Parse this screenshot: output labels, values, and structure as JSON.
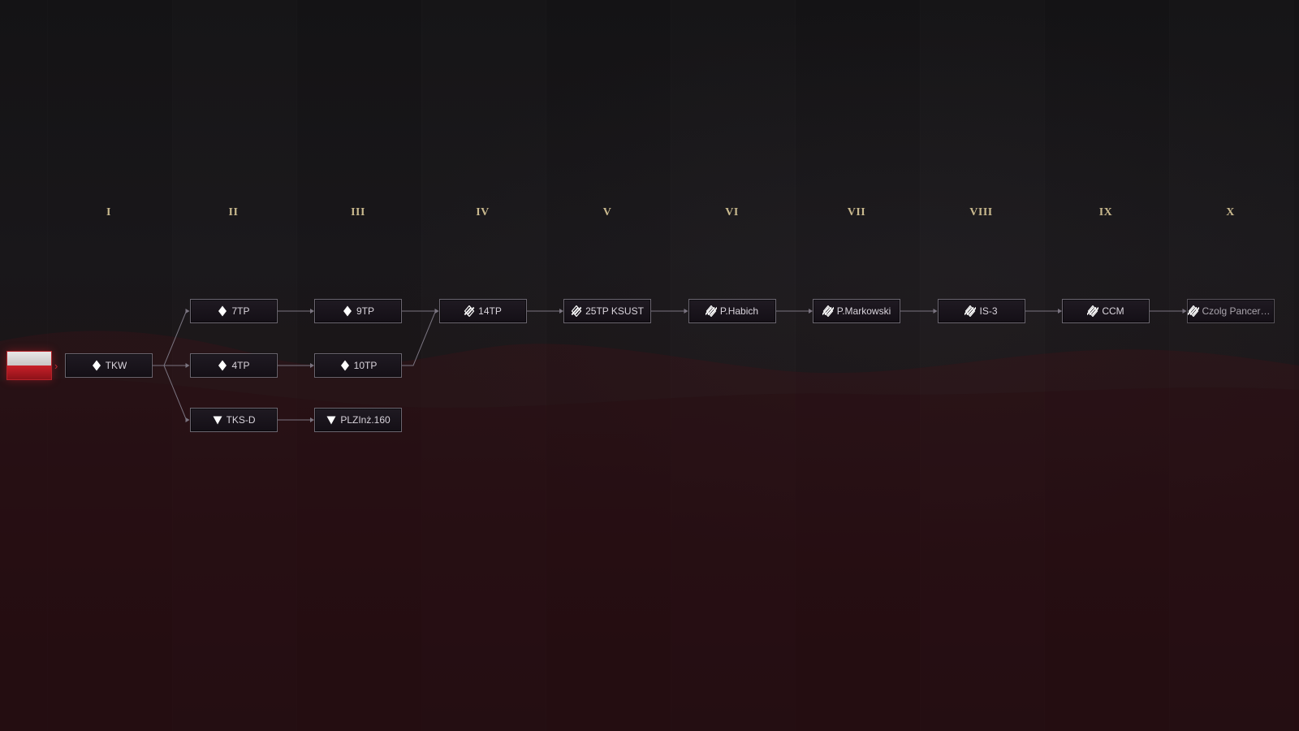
{
  "nation": {
    "flag_icon": "poland-flag-icon",
    "flag_colors": [
      "#e8e6e6",
      "#c8202a"
    ]
  },
  "tiers": [
    "I",
    "II",
    "III",
    "IV",
    "V",
    "VI",
    "VII",
    "VIII",
    "IX",
    "X"
  ],
  "vehicles": [
    {
      "id": "tkw",
      "name": "TKW",
      "tier": 1,
      "row": "mid",
      "icon": "light-tank-icon"
    },
    {
      "id": "7tp",
      "name": "7TP",
      "tier": 2,
      "row": "top",
      "icon": "light-tank-icon"
    },
    {
      "id": "4tp",
      "name": "4TP",
      "tier": 2,
      "row": "mid",
      "icon": "light-tank-icon"
    },
    {
      "id": "tks-d",
      "name": "TKS-D",
      "tier": 2,
      "row": "bot",
      "icon": "tank-destroyer-icon"
    },
    {
      "id": "9tp",
      "name": "9TP",
      "tier": 3,
      "row": "top",
      "icon": "light-tank-icon"
    },
    {
      "id": "10tp",
      "name": "10TP",
      "tier": 3,
      "row": "mid",
      "icon": "light-tank-icon"
    },
    {
      "id": "plzinz160",
      "name": "PLZInż.160",
      "tier": 3,
      "row": "bot",
      "icon": "tank-destroyer-icon"
    },
    {
      "id": "14tp",
      "name": "14TP",
      "tier": 4,
      "row": "top",
      "icon": "medium-tank-icon"
    },
    {
      "id": "25tp-ksust",
      "name": "25TP KSUST",
      "tier": 5,
      "row": "top",
      "icon": "medium-tank-icon"
    },
    {
      "id": "p-habich",
      "name": "P.Habich",
      "tier": 6,
      "row": "top",
      "icon": "heavy-tank-icon"
    },
    {
      "id": "p-markowski",
      "name": "P.Markowski",
      "tier": 7,
      "row": "top",
      "icon": "heavy-tank-icon"
    },
    {
      "id": "is-3",
      "name": "IS-3",
      "tier": 8,
      "row": "top",
      "icon": "heavy-tank-icon"
    },
    {
      "id": "ccm",
      "name": "CCM",
      "tier": 9,
      "row": "top",
      "icon": "heavy-tank-icon"
    },
    {
      "id": "czolg-pancernick",
      "name": "Czolg Pancernick",
      "tier": 10,
      "row": "top",
      "icon": "heavy-tank-icon"
    }
  ],
  "links": [
    [
      "tkw",
      "7tp"
    ],
    [
      "tkw",
      "4tp"
    ],
    [
      "tkw",
      "tks-d"
    ],
    [
      "7tp",
      "9tp"
    ],
    [
      "4tp",
      "10tp"
    ],
    [
      "tks-d",
      "plzinz160"
    ],
    [
      "9tp",
      "14tp"
    ],
    [
      "10tp",
      "14tp"
    ],
    [
      "14tp",
      "25tp-ksust"
    ],
    [
      "25tp-ksust",
      "p-habich"
    ],
    [
      "p-habich",
      "p-markowski"
    ],
    [
      "p-markowski",
      "is-3"
    ],
    [
      "is-3",
      "ccm"
    ],
    [
      "ccm",
      "czolg-pancernick"
    ]
  ],
  "colors": {
    "tier_label": "#c9b98e",
    "node_border": "#6b6670",
    "node_text": "#d9d4dc",
    "link": "#7a7480",
    "accent_red": "#c02a33"
  }
}
